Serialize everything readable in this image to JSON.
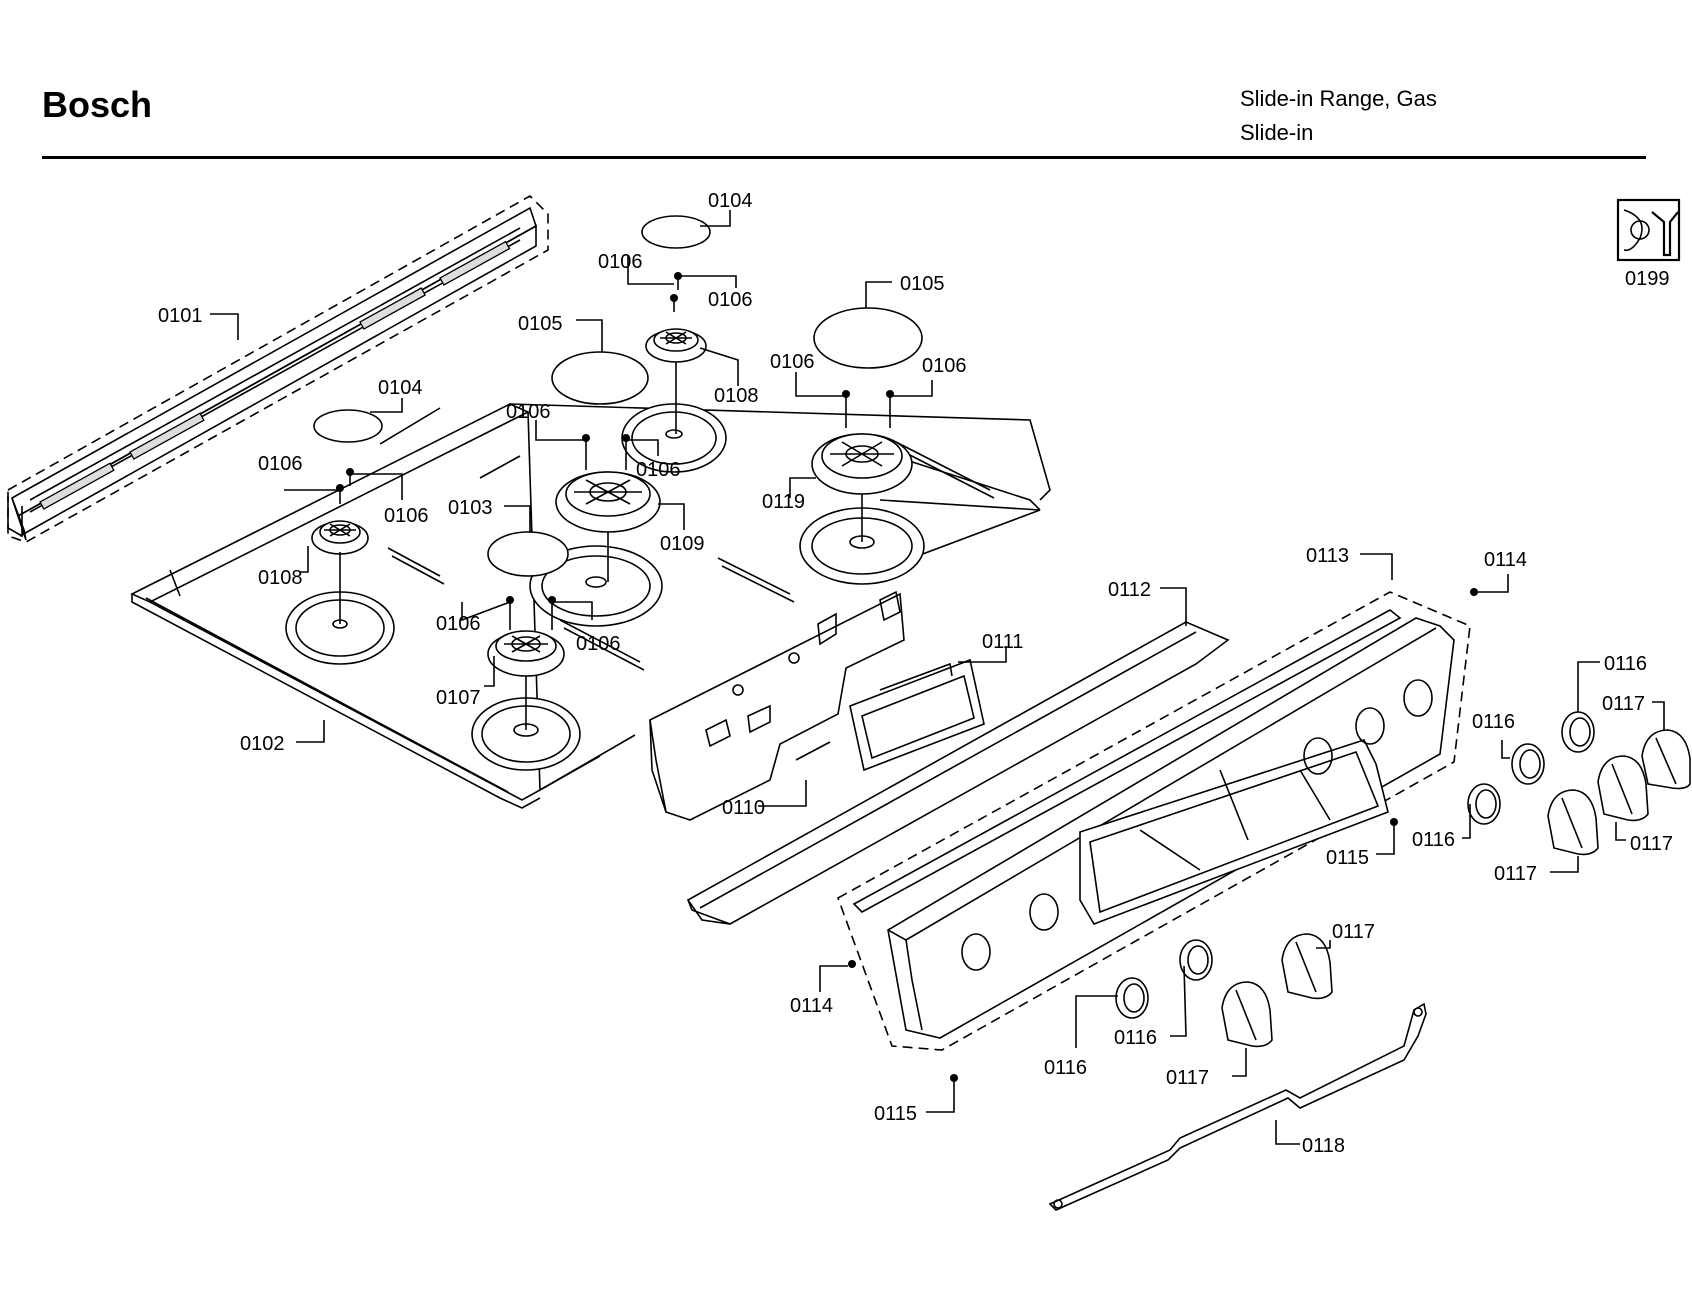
{
  "header": {
    "brand": "Bosch",
    "product_line1": "Slide-in Range, Gas",
    "product_line2": "Slide-in"
  },
  "icon": {
    "name": "service-tool-icon",
    "label": "0199"
  },
  "callouts": {
    "c0101": "0101",
    "c0102": "0102",
    "c0103": "0103",
    "c0104a": "0104",
    "c0104b": "0104",
    "c0105a": "0105",
    "c0105b": "0105",
    "c0106_1": "0106",
    "c0106_2": "0106",
    "c0106_3": "0106",
    "c0106_4": "0106",
    "c0106_5": "0106",
    "c0106_6": "0106",
    "c0106_7": "0106",
    "c0106_8": "0106",
    "c0106_9": "0106",
    "c0106_10": "0106",
    "c0107": "0107",
    "c0108a": "0108",
    "c0108b": "0108",
    "c0109": "0109",
    "c0110": "0110",
    "c0111": "0111",
    "c0112": "0112",
    "c0113": "0113",
    "c0114a": "0114",
    "c0114b": "0114",
    "c0115a": "0115",
    "c0115b": "0115",
    "c0116a": "0116",
    "c0116b": "0116",
    "c0116c": "0116",
    "c0116d": "0116",
    "c0116e": "0116",
    "c0117a": "0117",
    "c0117b": "0117",
    "c0117c": "0117",
    "c0117d": "0117",
    "c0117e": "0117",
    "c0118": "0118",
    "c0119": "0119"
  }
}
